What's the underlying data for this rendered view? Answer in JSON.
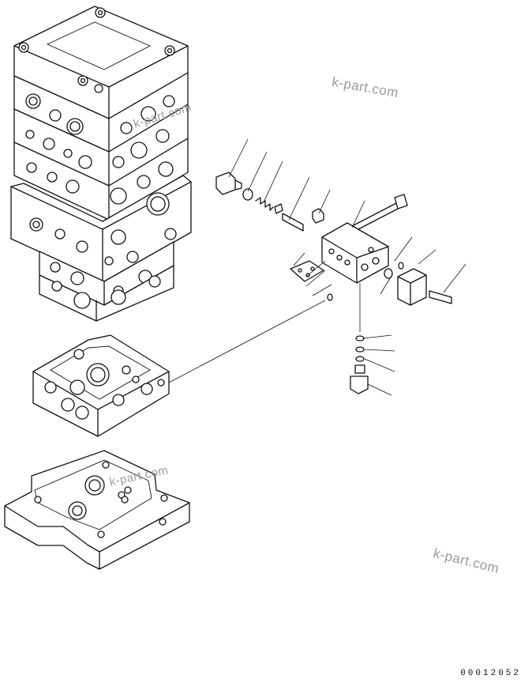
{
  "watermarks": [
    "k-part.com",
    "k-part.com",
    "k-part.com",
    "k-part.com"
  ],
  "drawing_number": "00012052"
}
